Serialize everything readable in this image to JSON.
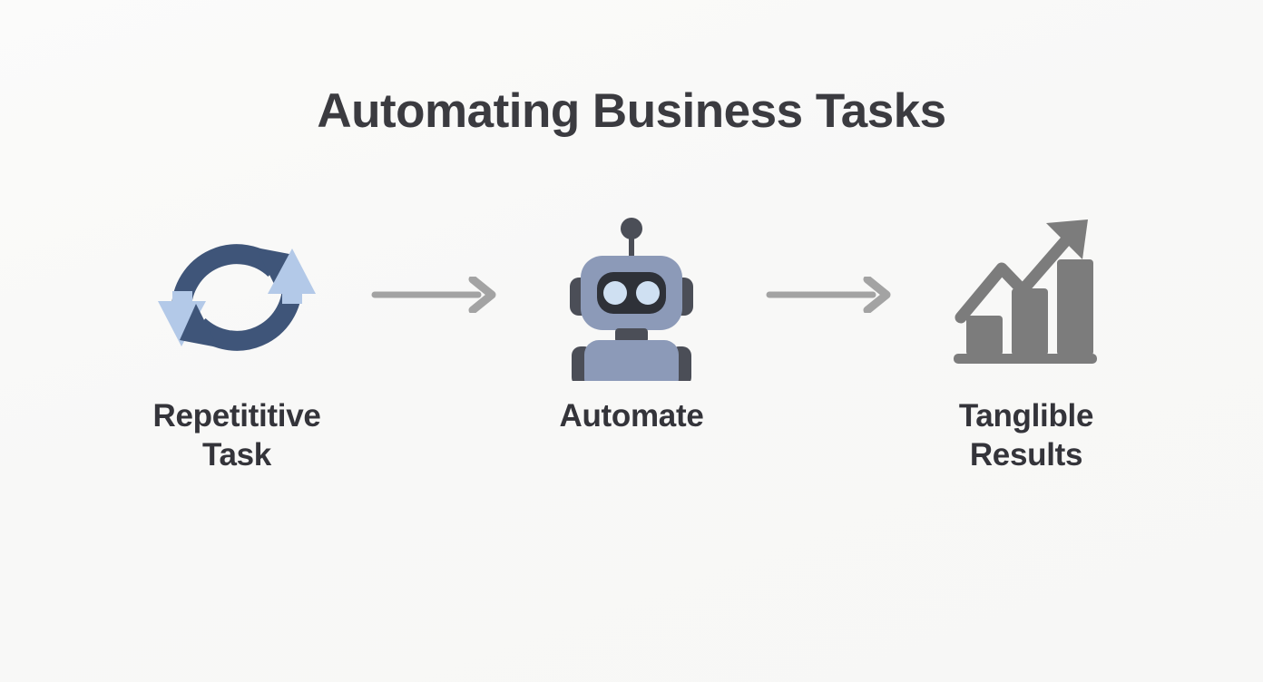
{
  "slide": {
    "title": "Automating Business Tasks",
    "background_color": "#fafaf9",
    "title_color": "#3b3b40",
    "label_color": "#34343a"
  },
  "colors": {
    "arc_dark": "#3f5579",
    "arc_light": "#b3c9e8",
    "robot_body": "#8c9ab8",
    "robot_dark": "#4b4e57",
    "robot_visor": "#2e3138",
    "robot_eye": "#cfe0f2",
    "chart_gray": "#7c7c7c",
    "connector_gray": "#a3a3a3"
  },
  "flow": {
    "steps": [
      {
        "id": "repetitive-task",
        "icon": "refresh-cycle-icon",
        "label": "Repetititive\nTask"
      },
      {
        "id": "automate",
        "icon": "robot-icon",
        "label": "Automate"
      },
      {
        "id": "tangible-results",
        "icon": "bar-chart-growth-icon",
        "label": "Tanglible\nResults"
      }
    ],
    "connectors": [
      {
        "id": "connector-1",
        "icon": "arrow-right-icon"
      },
      {
        "id": "connector-2",
        "icon": "arrow-right-icon"
      }
    ]
  }
}
